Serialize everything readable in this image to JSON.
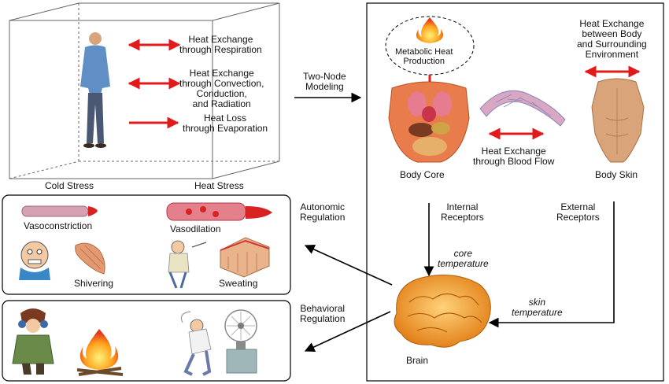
{
  "room": {
    "exchanges": [
      "Heat Exchange\nthrough Respiration",
      "Heat Exchange\nthrough Convection,\nConduction,\nand Radiation",
      "Heat Loss\nthrough Evaporation"
    ],
    "cold_stress": "Cold Stress",
    "heat_stress": "Heat Stress"
  },
  "two_node_label": "Two-Node\nModeling",
  "model": {
    "metabolic_label": "Metabolic Heat\nProduction",
    "body_core": "Body Core",
    "blood_flow": "Heat Exchange\nthrough Blood Flow",
    "skin_exchange": "Heat Exchange\nbetween Body\nand Surrounding\nEnvironment",
    "body_skin": "Body Skin",
    "internal_receptors": "Internal\nReceptors",
    "external_receptors": "External\nReceptors",
    "core_temperature": "core\ntemperature",
    "skin_temperature": "skin\ntemperature",
    "brain": "Brain"
  },
  "autonomic": {
    "title": "Autonomic\nRegulation",
    "vasoconstriction": "Vasoconstriction",
    "vasodilation": "Vasodilation",
    "shivering": "Shivering",
    "sweating": "Sweating"
  },
  "behavioral": {
    "title": "Behavioral\nRegulation"
  },
  "colors": {
    "red_arrow": "#e11b1b",
    "skin": "#d9a47a",
    "flame": "#f5901e"
  }
}
